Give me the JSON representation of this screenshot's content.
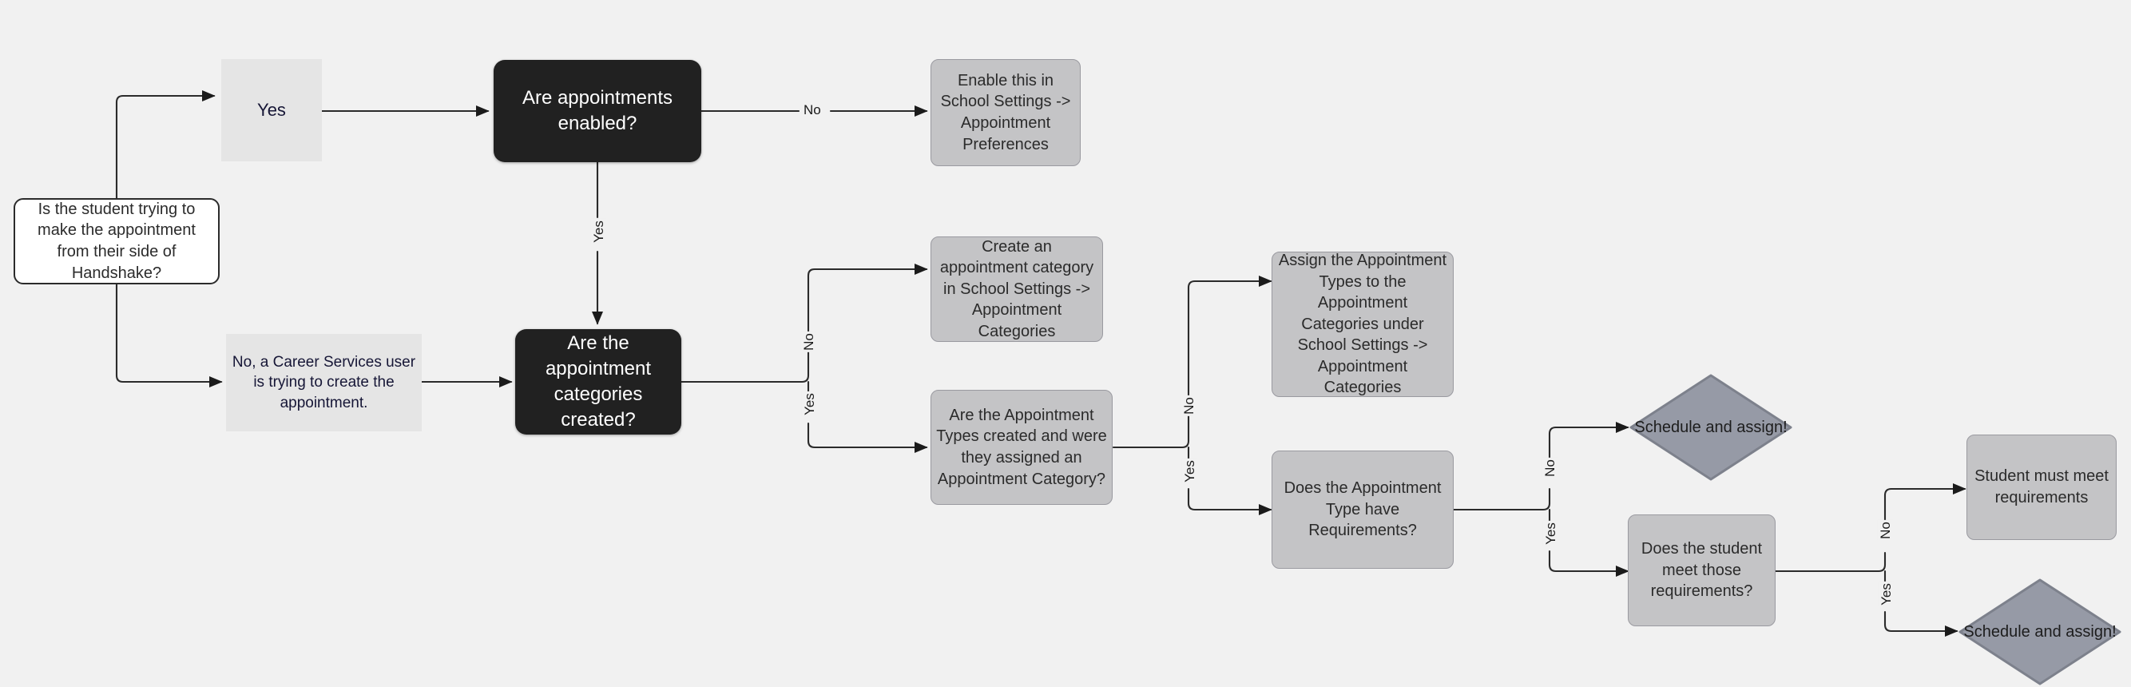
{
  "diagram": {
    "type": "flowchart",
    "title": "Handshake appointment troubleshooting flowchart",
    "background_color": "#f1f1f1",
    "colors": {
      "decision_black_fill": "#212121",
      "decision_black_text": "#ffffff",
      "plain_fill": "#e5e5e5",
      "plain_text": "#161636",
      "process_fill": "#c4c4c6",
      "process_border": "#9a9aa0",
      "process_text": "#2b2b2b",
      "terminal_fill": "#969aa6",
      "terminal_border": "#7d818c",
      "edge_stroke": "#2b2b2b"
    },
    "nodes": [
      {
        "id": "start",
        "label": "Is the student trying to make the appointment from their side of Handshake?",
        "shape": "rounded-rect-outline"
      },
      {
        "id": "yes_branch",
        "label": "Yes",
        "shape": "rect"
      },
      {
        "id": "no_branch",
        "label": "No, a Career Services user is trying to create the appointment.",
        "shape": "rect"
      },
      {
        "id": "appts_enabled",
        "label": "Are appointments enabled?",
        "shape": "rounded-rect-dark"
      },
      {
        "id": "enable_pref",
        "label": "Enable this in School Settings -> Appointment Preferences",
        "shape": "rounded-rect"
      },
      {
        "id": "cats_created",
        "label": "Are the appointment categories created?",
        "shape": "rounded-rect-dark"
      },
      {
        "id": "create_cat",
        "label": "Create an appointment category in School Settings -> Appointment Categories",
        "shape": "rounded-rect"
      },
      {
        "id": "types_created",
        "label": "Are the Appointment Types created and were they assigned an Appointment Category?",
        "shape": "rounded-rect"
      },
      {
        "id": "assign_types",
        "label": "Assign the Appointment Types to the Appointment Categories under School Settings -> Appointment Categories",
        "shape": "rounded-rect"
      },
      {
        "id": "has_reqs",
        "label": "Does the Appointment Type have Requirements?",
        "shape": "rounded-rect"
      },
      {
        "id": "schedule_1",
        "label": "Schedule and assign!",
        "shape": "diamond"
      },
      {
        "id": "meets_reqs",
        "label": "Does the student meet those requirements?",
        "shape": "rounded-rect"
      },
      {
        "id": "must_meet",
        "label": "Student must meet requirements",
        "shape": "rounded-rect"
      },
      {
        "id": "schedule_2",
        "label": "Schedule and assign!",
        "shape": "diamond"
      }
    ],
    "edges": [
      {
        "from": "start",
        "to": "yes_branch",
        "label": ""
      },
      {
        "from": "start",
        "to": "no_branch",
        "label": ""
      },
      {
        "from": "yes_branch",
        "to": "appts_enabled",
        "label": ""
      },
      {
        "from": "appts_enabled",
        "to": "enable_pref",
        "label": "No"
      },
      {
        "from": "appts_enabled",
        "to": "cats_created",
        "label": "Yes"
      },
      {
        "from": "no_branch",
        "to": "cats_created",
        "label": ""
      },
      {
        "from": "cats_created",
        "to": "create_cat",
        "label": "No"
      },
      {
        "from": "cats_created",
        "to": "types_created",
        "label": "Yes"
      },
      {
        "from": "types_created",
        "to": "assign_types",
        "label": "No"
      },
      {
        "from": "types_created",
        "to": "has_reqs",
        "label": "Yes"
      },
      {
        "from": "has_reqs",
        "to": "schedule_1",
        "label": "No"
      },
      {
        "from": "has_reqs",
        "to": "meets_reqs",
        "label": "Yes"
      },
      {
        "from": "meets_reqs",
        "to": "must_meet",
        "label": "No"
      },
      {
        "from": "meets_reqs",
        "to": "schedule_2",
        "label": "Yes"
      }
    ],
    "edge_labels": {
      "appts_enabled_no": "No",
      "appts_enabled_yes": "Yes",
      "cats_no": "No",
      "cats_yes": "Yes",
      "types_no": "No",
      "types_yes": "Yes",
      "reqs_no": "No",
      "reqs_yes": "Yes",
      "meets_no": "No",
      "meets_yes": "Yes"
    }
  }
}
